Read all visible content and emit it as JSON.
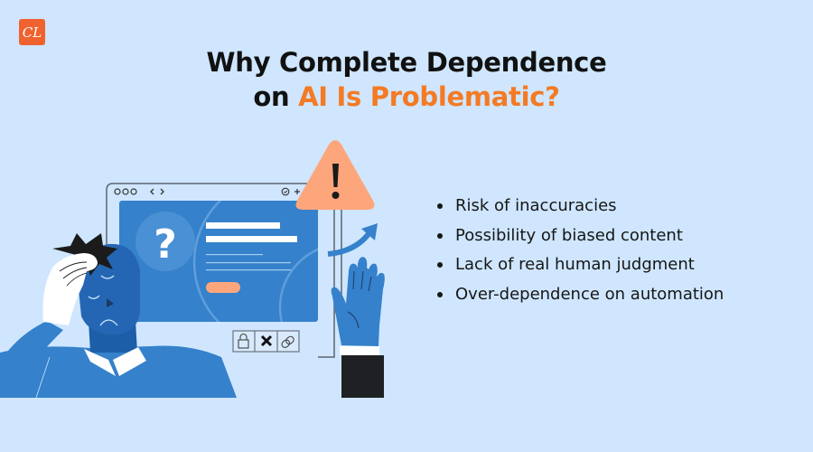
{
  "logo": {
    "text": "CL",
    "color": "#f0622e"
  },
  "title": {
    "line1": "Why Complete Dependence",
    "line2_prefix": "on ",
    "line2_accent": "AI Is Problematic?",
    "accent_color": "#f47a24"
  },
  "bullets": [
    {
      "text": "Risk of inaccuracies"
    },
    {
      "text": "Possibility of biased content"
    },
    {
      "text": "Lack of real human judgment"
    },
    {
      "text": "Over-dependence on automation"
    }
  ],
  "illustration": {
    "browser_nav_dots": "ooo",
    "browser_nav_arrows": "< >",
    "content_icon": "question-mark-icon",
    "warning_icon": "warning-triangle-icon",
    "bottom_buttons": [
      "lock-icon",
      "close-x-icon",
      "link-icon"
    ],
    "colors": {
      "primary_blue": "#3581cb",
      "dark_blue": "#1d5ea8",
      "warning": "#fda67b",
      "background": "#cfe6fe"
    }
  }
}
